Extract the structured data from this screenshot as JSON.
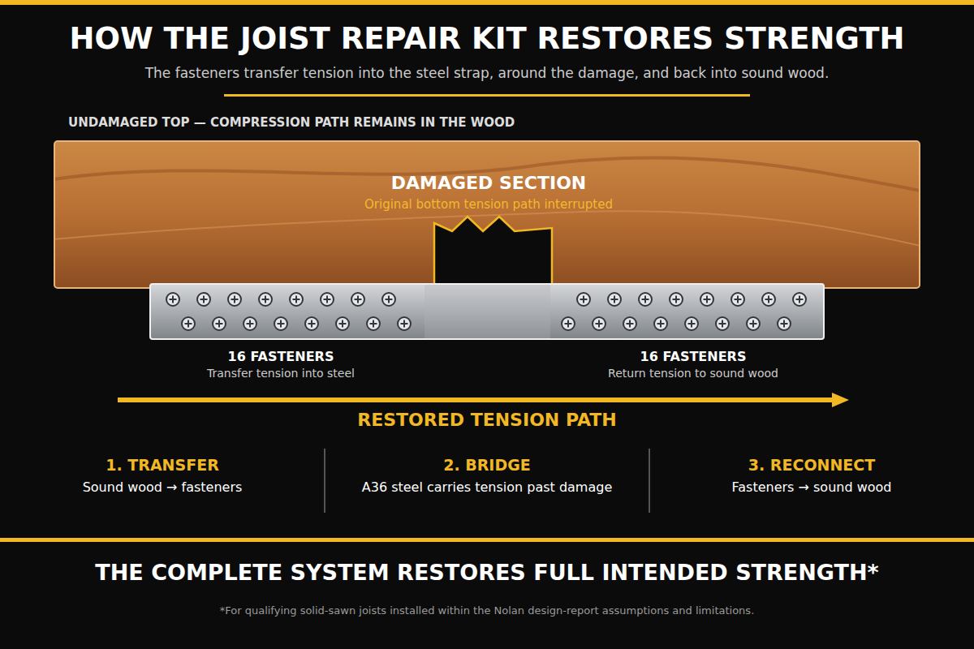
{
  "diagram": {
    "title": "HOW THE JOIST REPAIR KIT RESTORES STRENGTH",
    "nodes": [
      {
        "text": [
          "DAMAGED SECTION",
          "Original bottom tension path interrupted"
        ]
      }
    ],
    "labels": [
      "The fasteners transfer tension into the steel strap, around the damage, and back into sound wood.",
      "UNDAMAGED TOP — COMPRESSION PATH REMAINS IN THE WOOD",
      "16 FASTENERS",
      "Transfer tension into steel",
      "16 FASTENERS",
      "Return tension to sound wood",
      "RESTORED TENSION PATH",
      "1. TRANSFER",
      "Sound wood → fasteners",
      "2. BRIDGE",
      "A36 steel carries tension past damage",
      "3. RECONNECT",
      "Fasteners → sound wood",
      "THE COMPLETE SYSTEM RESTORES FULL INTENDED STRENGTH*",
      "*For qualifying solid-sawn joists installed within the Nolan design-report assumptions and limitations."
    ]
  }
}
